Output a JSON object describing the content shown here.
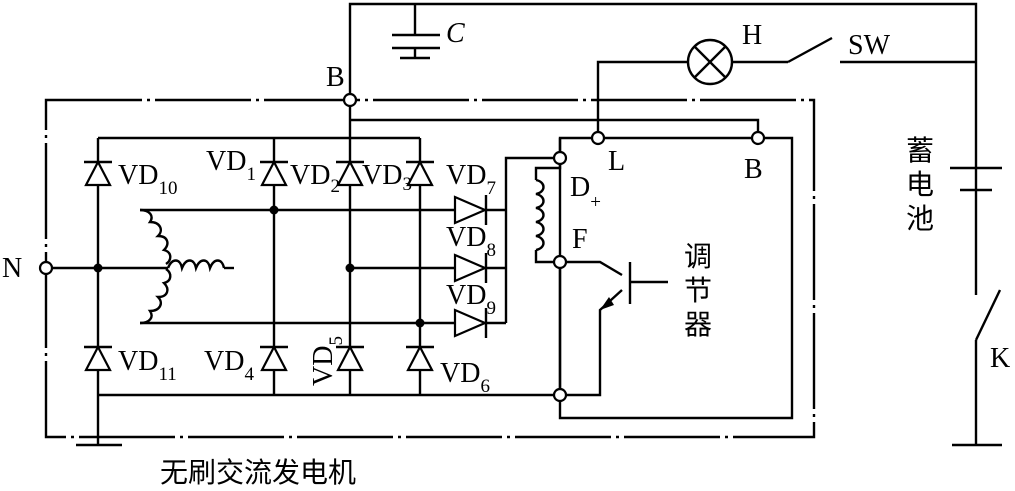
{
  "labels": {
    "B_top": "B",
    "C": "C",
    "H": "H",
    "SW": "SW",
    "L": "L",
    "B_reg": "B",
    "D": "D",
    "D_sub": "+",
    "F": "F",
    "N": "N",
    "K": "K",
    "battery": [
      "蓄",
      "电",
      "池"
    ],
    "regulator": [
      "调",
      "节",
      "器"
    ],
    "alternator": "无刷交流发电机"
  },
  "diodes": {
    "vd10": {
      "main": "VD",
      "sub": "10"
    },
    "vd1": {
      "main": "VD",
      "sub": "1"
    },
    "vd2": {
      "main": "VD",
      "sub": "2"
    },
    "vd3": {
      "main": "VD",
      "sub": "3"
    },
    "vd7": {
      "main": "VD",
      "sub": "7"
    },
    "vd8": {
      "main": "VD",
      "sub": "8"
    },
    "vd9": {
      "main": "VD",
      "sub": "9"
    },
    "vd11": {
      "main": "VD",
      "sub": "11"
    },
    "vd4": {
      "main": "VD",
      "sub": "4"
    },
    "vd5": {
      "main": "VD",
      "sub": "5"
    },
    "vd6": {
      "main": "VD",
      "sub": "6"
    }
  }
}
